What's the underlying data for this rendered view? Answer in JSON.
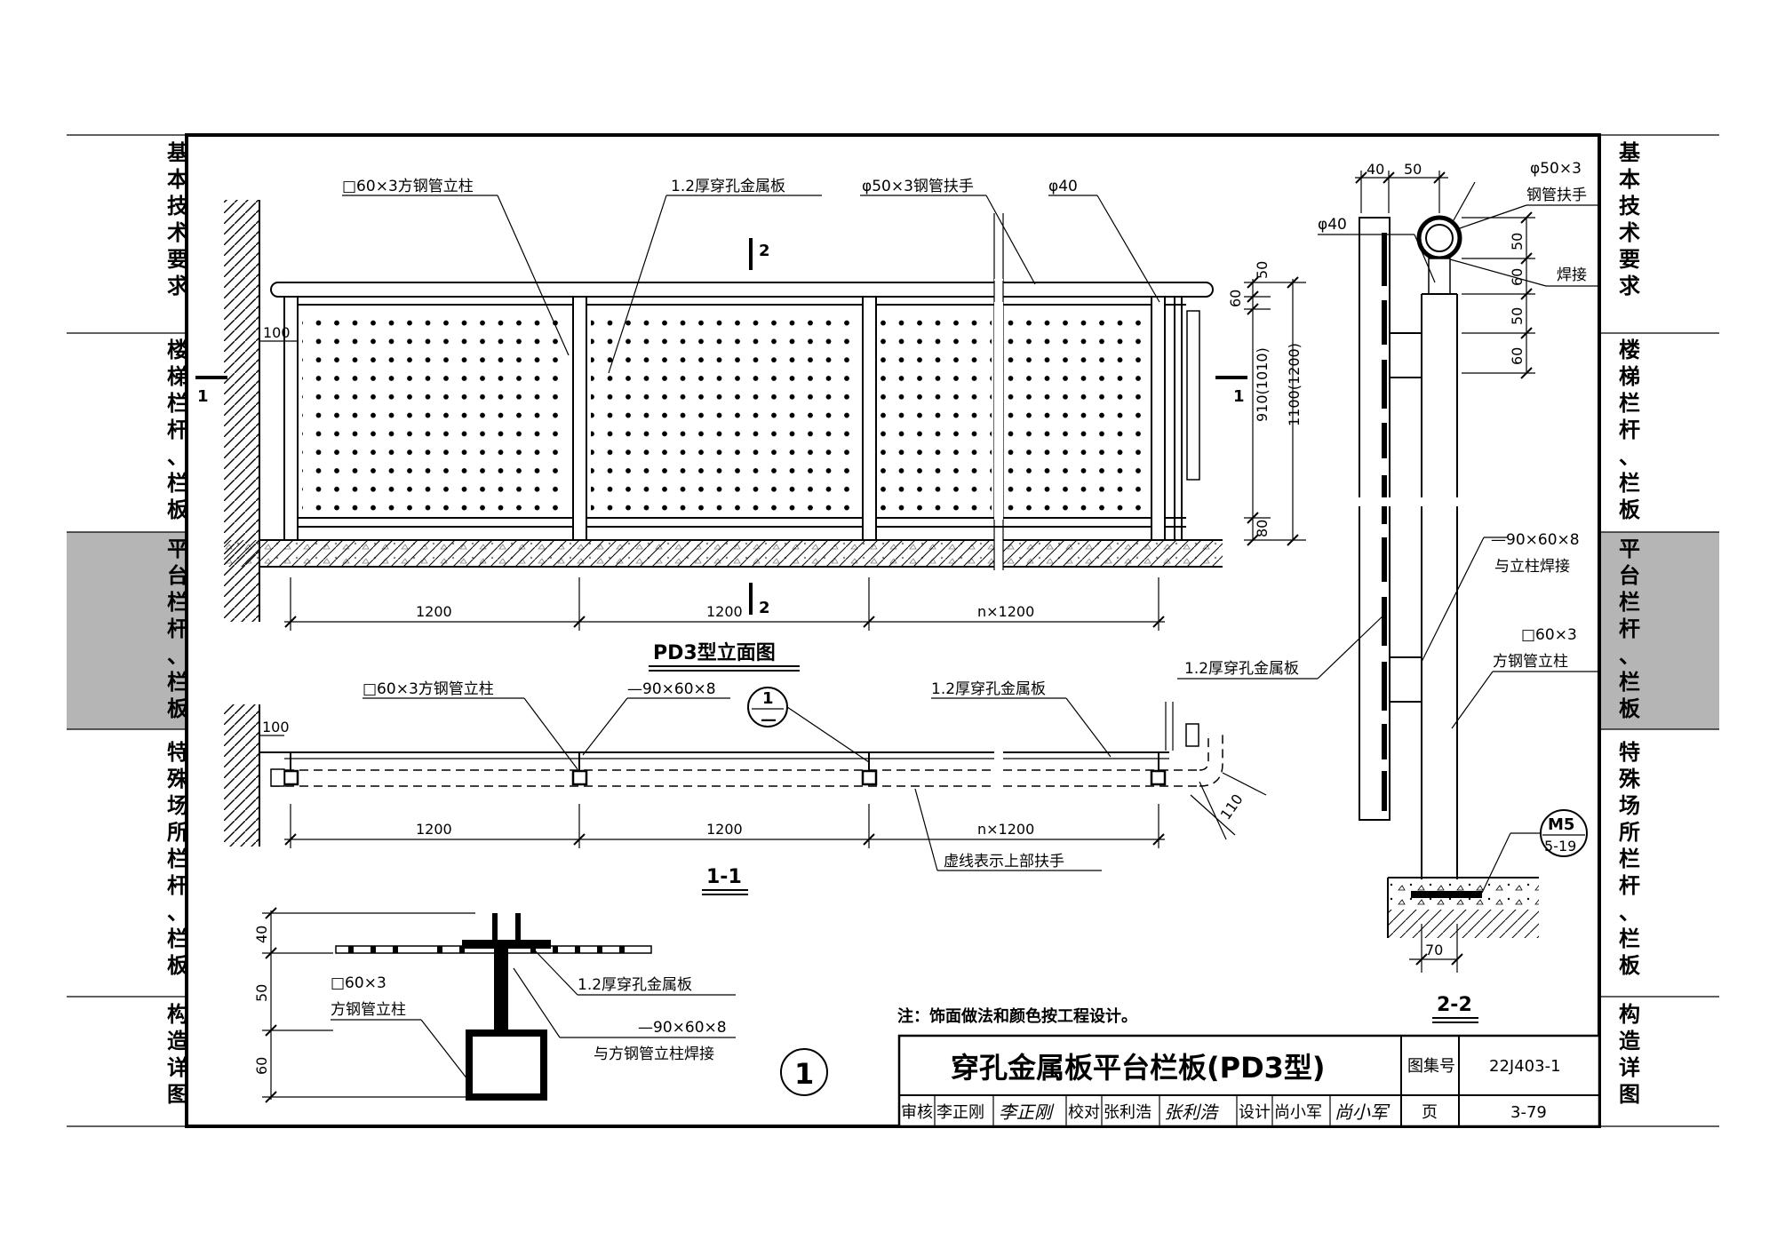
{
  "side_tabs": [
    {
      "label": "基本技术要求",
      "active": false
    },
    {
      "label": "楼梯栏杆、栏板",
      "active": false
    },
    {
      "label": "平台栏杆、栏板",
      "active": true
    },
    {
      "label": "特殊场所栏杆、栏板",
      "active": false
    },
    {
      "label": "构造详图",
      "active": false
    }
  ],
  "colors": {
    "active_tab": "#b5b5b5",
    "line": "#000000",
    "paper": "#ffffff"
  },
  "elevation": {
    "caption": "PD3型立面图",
    "labels": {
      "post": "□60×3方钢管立柱",
      "panel": "1.2厚穿孔金属板",
      "handrail": "φ50×3钢管扶手",
      "phi40": "φ40"
    },
    "section_marks": {
      "s1": "1",
      "s2": "2"
    },
    "dims": {
      "d100": "100",
      "d50": "50",
      "d60": "60",
      "d80": "80",
      "h910": "910(1010)",
      "h1100": "1100(1200)",
      "w1": "1200",
      "w2": "1200",
      "wn": "n×1200"
    }
  },
  "plan": {
    "caption": "1-1",
    "labels": {
      "post": "□60×3方钢管立柱",
      "plate": "—90×60×8",
      "panel": "1.2厚穿孔金属板",
      "dashed_note": "虚线表示上部扶手",
      "detail_top": "1",
      "detail_bottom": "—"
    },
    "dims": {
      "d100": "100",
      "d110": "110",
      "w1": "1200",
      "w2": "1200",
      "wn": "n×1200"
    }
  },
  "detail1": {
    "number": "1",
    "labels": {
      "post_l1": "□60×3",
      "post_l2": "方钢管立柱",
      "panel": "1.2厚穿孔金属板",
      "plate_l1": "—90×60×8",
      "plate_l2": "与方钢管立柱焊接"
    },
    "dims": {
      "d40": "40",
      "d50": "50",
      "d60": "60"
    }
  },
  "section22": {
    "caption": "2-2",
    "labels": {
      "handrail_l1": "φ50×3",
      "handrail_l2": "钢管扶手",
      "weld": "焊接",
      "phi40": "φ40",
      "plate_l1": "—90×60×8",
      "plate_l2": "与立柱焊接",
      "post_l1": "□60×3",
      "post_l2": "方钢管立柱",
      "panel": "1.2厚穿孔金属板",
      "ref_top": "M5",
      "ref_bottom": "5-19"
    },
    "dims": {
      "d40": "40",
      "d50a": "50",
      "d50b": "50",
      "d60a": "60",
      "d60b": "60",
      "d70": "70"
    }
  },
  "note": "注：饰面做法和颜色按工程设计。",
  "title_block": {
    "title": "穿孔金属板平台栏板(PD3型)",
    "atlas_label": "图集号",
    "atlas_no": "22J403-1",
    "review_label": "审核",
    "reviewer": "李正刚",
    "review_sig": "李正刚",
    "check_label": "校对",
    "checker": "张利浩",
    "check_sig": "张利浩",
    "design_label": "设计",
    "designer": "尚小军",
    "design_sig": "尚小军",
    "page_label": "页",
    "page_no": "3-79"
  }
}
